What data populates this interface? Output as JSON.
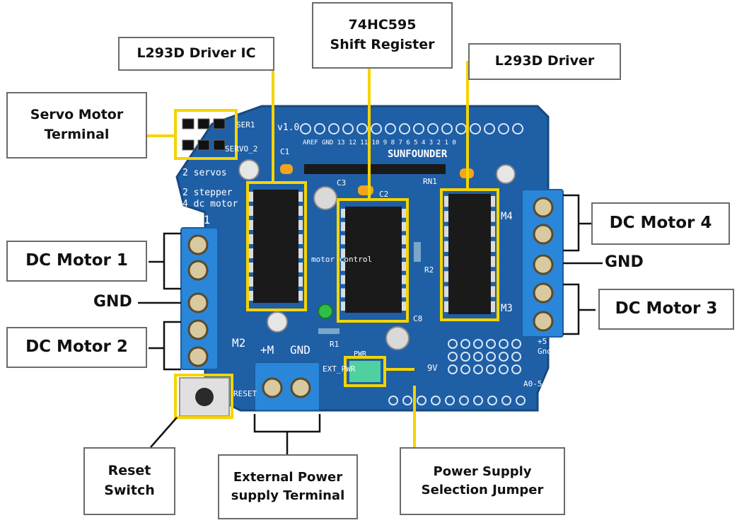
{
  "colors": {
    "board": "#1f5fa6",
    "board_dark": "#17497f",
    "highlight": "#f5d400",
    "terminal_block": "#2a86d8",
    "chip": "#1a1a1a",
    "label_border": "#6b6b6b",
    "jumper": "#4fd0a0"
  },
  "labels": {
    "l293d_ic": "L293D Driver IC",
    "shift_register": "74HC595\nShift Register",
    "l293d_driver": "L293D Driver",
    "servo_terminal": "Servo Motor\nTerminal",
    "dc_motor_1": "DC Motor 1",
    "gnd_left": "GND",
    "dc_motor_2": "DC Motor 2",
    "dc_motor_4": "DC Motor 4",
    "gnd_right": "GND",
    "dc_motor_3": "DC Motor 3",
    "reset_switch": "Reset\nSwitch",
    "external_power": "External Power\nsupply Terminal",
    "power_jumper": "Power Supply\nSelection Jumper"
  },
  "board_text": {
    "version": "v1.0",
    "brand": "SUNFOUNDER",
    "ser1": "SER1",
    "servo2": "SERVO_2",
    "servos": "2 servos",
    "stepper": "2 stepper",
    "dc_motor": "4 dc motor",
    "m1": "M1",
    "m2": "M2",
    "m3": "M3",
    "m4": "M4",
    "plus_m": "+M",
    "gnd_board": "GND",
    "ext_pwr": "EXT_PWR",
    "reset": "RESET",
    "motor_control": "motor control",
    "c1": "C1",
    "c2": "C2",
    "c3": "C3",
    "c8": "C8",
    "rn1": "RN1",
    "r2": "R2",
    "r1": "R1",
    "pwr": "PWR",
    "nine_v": "9V",
    "plus5": "+5",
    "gnd_small": "Gnd",
    "a05": "A0-5",
    "pins_row": "AREF GND 13 12 11 10 9 8 7 6 5 4 3 2 1 0"
  }
}
